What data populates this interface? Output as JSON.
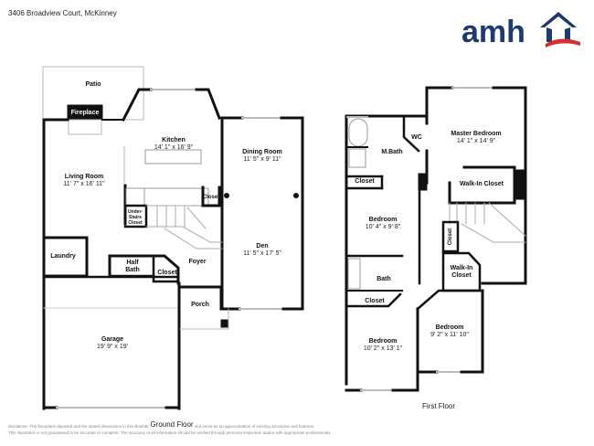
{
  "header": {
    "title": "3406 Broadview Court, McKinney"
  },
  "logo": {
    "text": "amh",
    "brand_color": "#1f3a6e",
    "accent_color": "#d62f2f"
  },
  "ground_floor": {
    "label": "Ground Floor",
    "rooms": {
      "patio": {
        "name": "Patio"
      },
      "fireplace": {
        "name": "Fireplace"
      },
      "kitchen": {
        "name": "Kitchen",
        "dims": "14' 1\" x 16' 9\""
      },
      "dining": {
        "name": "Dining Room",
        "dims": "11' 5\" x 9' 11\""
      },
      "living": {
        "name": "Living Room",
        "dims": "11' 7\" x 16' 11\""
      },
      "closet_kitchen": {
        "name": "Closet"
      },
      "under_stairs": {
        "name": "Under-\nStairs\nCloset",
        "line1": "Under-",
        "line2": "Stairs",
        "line3": "Closet"
      },
      "den": {
        "name": "Den",
        "dims": "11' 5\" x 17' 5\""
      },
      "laundry": {
        "name": "Laundry"
      },
      "half_bath": {
        "line1": "Half",
        "line2": "Bath"
      },
      "closet_foyer": {
        "name": "Closet"
      },
      "foyer": {
        "name": "Foyer"
      },
      "porch": {
        "name": "Porch"
      },
      "garage": {
        "name": "Garage",
        "dims": "19' 9\" x 19'"
      }
    }
  },
  "first_floor": {
    "label": "First Floor",
    "rooms": {
      "master_bedroom": {
        "name": "Master Bedroom",
        "dims": "14' 1\" x 14' 9\""
      },
      "m_bath": {
        "name": "M.Bath"
      },
      "wc": {
        "name": "WC"
      },
      "closet_mbath": {
        "name": "Closet"
      },
      "walkin_master": {
        "name": "Walk-In Closet"
      },
      "bedroom_2": {
        "name": "Bedroom",
        "dims": "10' 4\" x 9' 8\""
      },
      "closet_hall": {
        "name": "Closet"
      },
      "walkin_2": {
        "line1": "Walk-In",
        "line2": "Closet"
      },
      "bath": {
        "name": "Bath"
      },
      "closet_bath": {
        "name": "Closet"
      },
      "bedroom_3": {
        "name": "Bedroom",
        "dims": "10' 2\" x 13' 1\""
      },
      "bedroom_4": {
        "name": "Bedroom",
        "dims": "9' 2\" x 11' 10\""
      }
    }
  },
  "footer": {
    "disclaimer_line1": "Disclaimer: The floorplans depicted and the stated dimensions in this illustration are for reference only and serve as an approximation of existing structures and features.",
    "disclaimer_line2": "This illustration is not guaranteed to be accurate or complete. The accuracy of all information should be verified through personal inspection and/or with appropriate professionals."
  }
}
